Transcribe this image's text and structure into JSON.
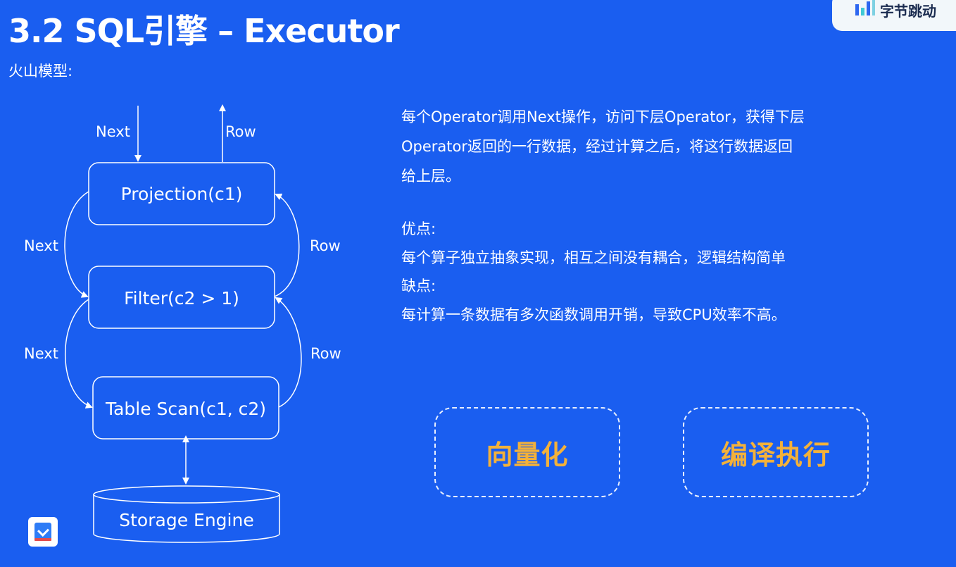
{
  "title": "3.2  SQL引擎 –  Executor",
  "subtitle": "火山模型:",
  "brand": "字节跳动",
  "diagram": {
    "nodes": {
      "projection": "Projection(c1)",
      "filter": "Filter(c2 > 1)",
      "scan": "Table Scan(c1, c2)",
      "storage": "Storage Engine"
    },
    "labels": {
      "next_top": "Next",
      "row_top": "Row",
      "next_mid": "Next",
      "row_mid": "Row",
      "next_low": "Next",
      "row_low": "Row"
    }
  },
  "description": {
    "line1": "每个Operator调用Next操作，访问下层Operator，获得下层",
    "line2": "Operator返回的一行数据，经过计算之后，将这行数据返回",
    "line3": "给上层。"
  },
  "pros_label": "优点:",
  "pros_text": "每个算子独立抽象实现，相互之间没有耦合，逻辑结构简单",
  "cons_label": "缺点:",
  "cons_text": "每计算一条数据有多次函数调用开销，导致CPU效率不高。",
  "options": [
    "向量化",
    "编译执行"
  ],
  "colors": {
    "background": "#1a5ef0",
    "accent": "#f3b13a",
    "line": "#ffffff"
  },
  "icons": {
    "brand_mark": "bar-chart-logo-icon",
    "app": "app-launcher-icon"
  }
}
